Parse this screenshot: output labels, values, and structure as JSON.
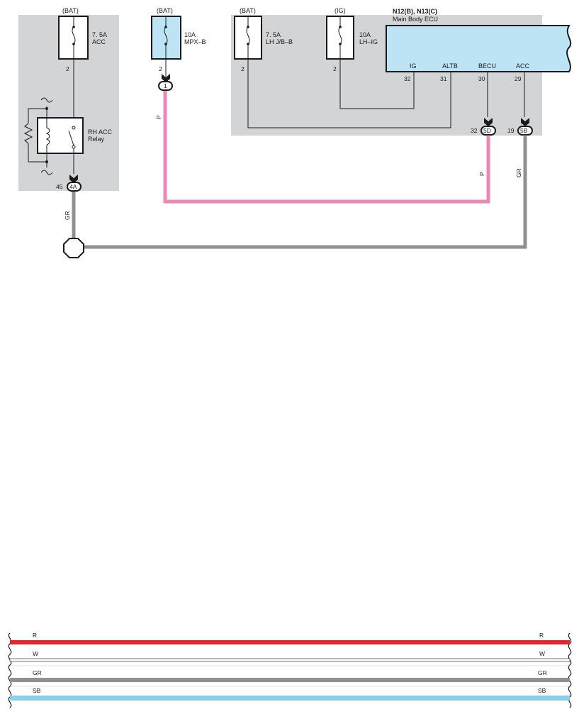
{
  "fuses": {
    "acc": {
      "source": "(BAT)",
      "rating": "7. 5A",
      "name": "ACC",
      "pin": "2"
    },
    "mpxb": {
      "source": "(BAT)",
      "rating": "10A",
      "name": "MPX–B",
      "pin": "2"
    },
    "lhjbb": {
      "source": "(BAT)",
      "rating": "7. 5A",
      "name": "LH J/B–B",
      "pin": "2"
    },
    "lhig": {
      "source": "(IG)",
      "rating": "10A",
      "name": "LH–IG",
      "pin": "2"
    }
  },
  "relay": {
    "name_line1": "RH ACC",
    "name_line2": "Relay"
  },
  "ecu": {
    "code": "N12(B), N13(C)",
    "name": "Main Body ECU",
    "terminals": [
      {
        "label": "IG",
        "pin": "32"
      },
      {
        "label": "ALTB",
        "pin": "31"
      },
      {
        "label": "BECU",
        "pin": "30"
      },
      {
        "label": "ACC",
        "pin": "29"
      }
    ]
  },
  "connectors": {
    "c4a": {
      "id": "4A",
      "pin": "45"
    },
    "c1": {
      "id": "1"
    },
    "c5d": {
      "id": "5D",
      "pin": "32"
    },
    "c5b": {
      "id": "5B",
      "pin": "19"
    }
  },
  "wires": {
    "p_left": "P",
    "p_right": "P",
    "gr_left": "GR",
    "gr_right": "GR"
  },
  "colors": {
    "panel": "#d3d4d6",
    "fuse_fill": "#bde4f4",
    "pink": "#ef86b8",
    "gray": "#8f9092",
    "red": "#e1262d",
    "white": "#ffffff",
    "skyblue": "#8ccfec"
  },
  "legend": [
    {
      "code_left": "R",
      "code_right": "R",
      "color": "#e1262d"
    },
    {
      "code_left": "W",
      "code_right": "W",
      "color": "#ffffff"
    },
    {
      "code_left": "GR",
      "code_right": "GR",
      "color": "#8f9092"
    },
    {
      "code_left": "SB",
      "code_right": "SB",
      "color": "#8ccfec"
    }
  ]
}
